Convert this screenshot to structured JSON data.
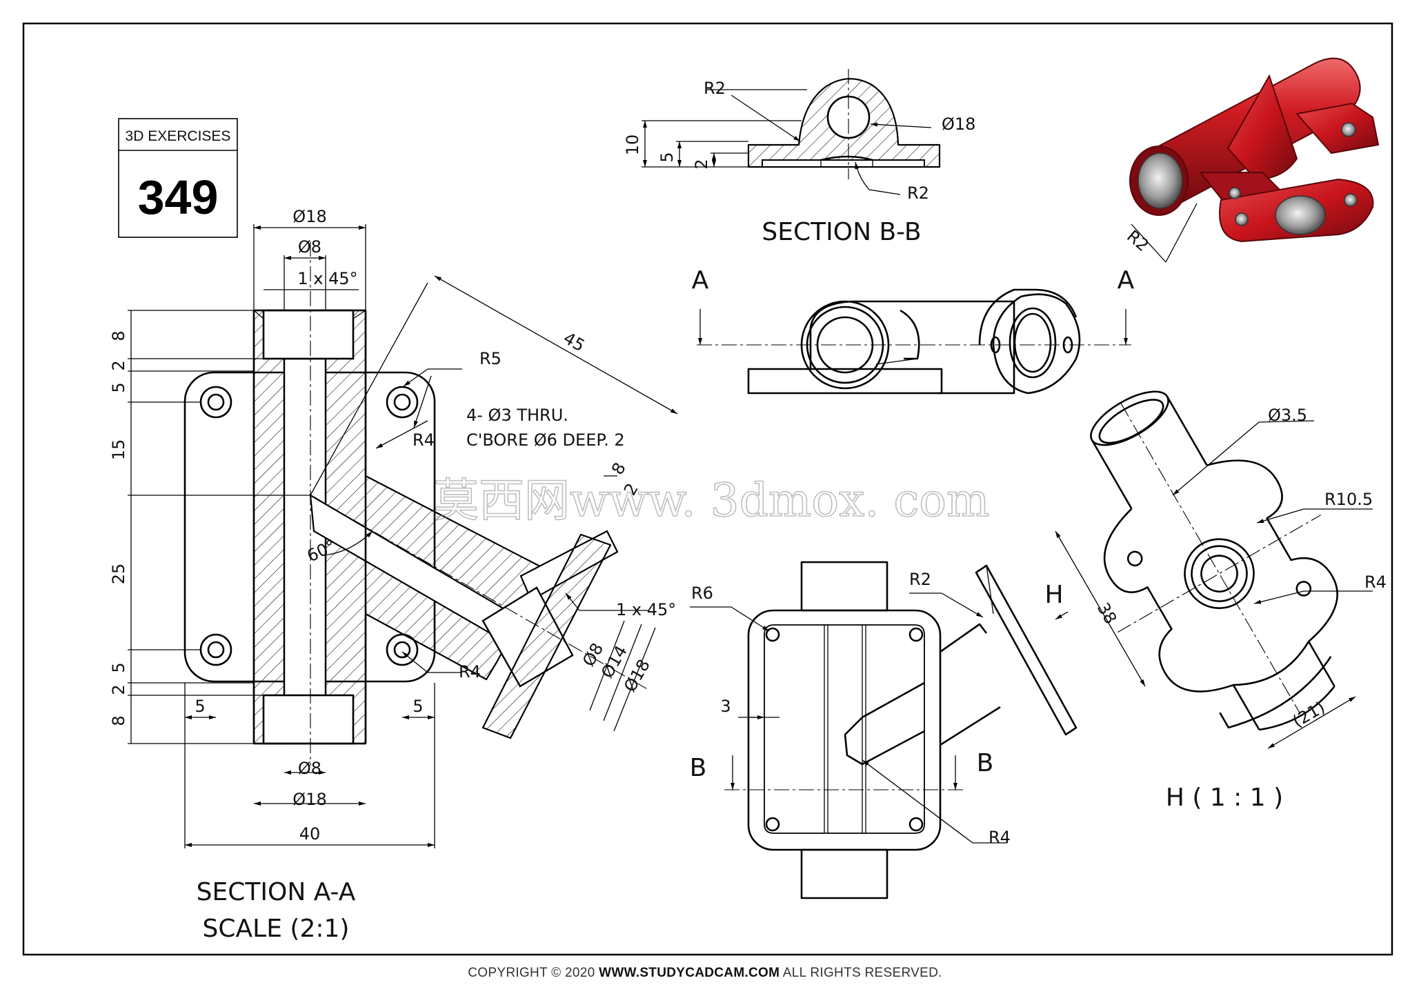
{
  "badge": {
    "title": "3D EXERCISES",
    "number": "349"
  },
  "watermark": "莫西网www. 3dmox. com",
  "footer": {
    "prefix": "COPYRIGHT © 2020 ",
    "site": "WWW.STUDYCADCAM.COM",
    "suffix": " ALL RIGHTS RESERVED."
  },
  "section_aa": {
    "title": "SECTION A-A",
    "scale": "SCALE (2:1)",
    "dims": {
      "top_dia_outer": "Ø18",
      "top_dia_inner": "Ø8",
      "chamfer_top": "1 x 45°",
      "left_8_top": "8",
      "left_2_top": "2",
      "left_5_top": "5",
      "left_15": "15",
      "left_25": "25",
      "left_5_bot": "5",
      "left_2_bot": "2",
      "left_8_bot": "8",
      "bot_dia_inner": "Ø8",
      "bot_dia_outer": "Ø18",
      "width_40": "40",
      "pad_5_left": "5",
      "pad_5_right": "5",
      "angle": "60°",
      "len_45": "45",
      "r5": "R5",
      "r4_upper": "R4",
      "r4_lower": "R4",
      "hole_note_1": "4- Ø3 THRU.",
      "hole_note_2": "C'BORE Ø6 DEEP. 2",
      "branch_8": "8",
      "branch_2": "2",
      "chamfer_branch": "1 x 45°",
      "branch_d8": "Ø8",
      "branch_d14": "Ø14",
      "branch_d18": "Ø18"
    }
  },
  "section_bb": {
    "title": "SECTION B-B",
    "dims": {
      "r2_top": "R2",
      "dia_18": "Ø18",
      "r2_bottom": "R2",
      "h10": "10",
      "h5": "5",
      "h2": "2"
    }
  },
  "front_view": {
    "cut_left": "A",
    "cut_right": "A"
  },
  "top_view": {
    "r6": "R6",
    "r2": "R2",
    "r4": "R4",
    "wall_3": "3",
    "cut_left": "B",
    "cut_right": "B",
    "view_arrow": "H"
  },
  "aux_view": {
    "title": "H ( 1 : 1 )",
    "dims": {
      "d35": "Ø3.5",
      "r105": "R10.5",
      "r4": "R4",
      "len_38": "38",
      "len_21": "(21)"
    }
  },
  "iso_view": {
    "label_r2": "R2"
  },
  "colors": {
    "model_red": "#c8141c",
    "model_dark": "#6e0a0e",
    "model_light": "#ef6a6a"
  }
}
